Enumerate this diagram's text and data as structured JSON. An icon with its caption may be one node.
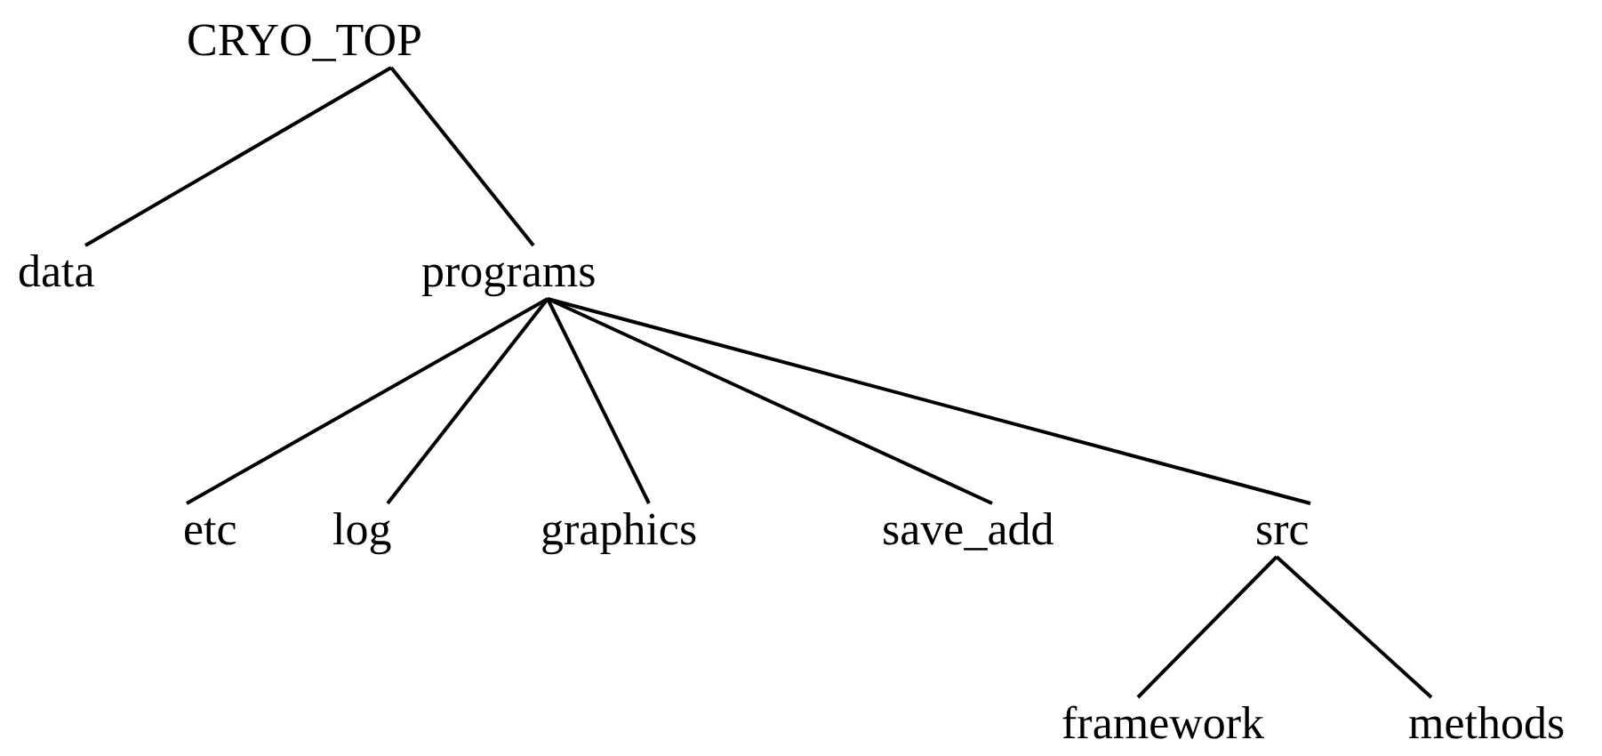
{
  "diagram": {
    "nodes": [
      {
        "text": [
          "CRYO_TOP"
        ]
      },
      {
        "text": [
          "data"
        ]
      },
      {
        "text": [
          "programs"
        ]
      },
      {
        "text": [
          "etc"
        ]
      },
      {
        "text": [
          "log"
        ]
      },
      {
        "text": [
          "graphics"
        ]
      },
      {
        "text": [
          "save_add"
        ]
      },
      {
        "text": [
          "src"
        ]
      },
      {
        "text": [
          "framework"
        ]
      },
      {
        "text": [
          "methods"
        ]
      }
    ],
    "edges": [
      {
        "from": 0,
        "to": 1,
        "arrow": "none"
      },
      {
        "from": 0,
        "to": 2,
        "arrow": "none"
      },
      {
        "from": 2,
        "to": 3,
        "arrow": "none"
      },
      {
        "from": 2,
        "to": 4,
        "arrow": "none"
      },
      {
        "from": 2,
        "to": 5,
        "arrow": "none"
      },
      {
        "from": 2,
        "to": 6,
        "arrow": "none"
      },
      {
        "from": 2,
        "to": 7,
        "arrow": "none"
      },
      {
        "from": 7,
        "to": 8,
        "arrow": "none"
      },
      {
        "from": 7,
        "to": 9,
        "arrow": "none"
      }
    ]
  }
}
